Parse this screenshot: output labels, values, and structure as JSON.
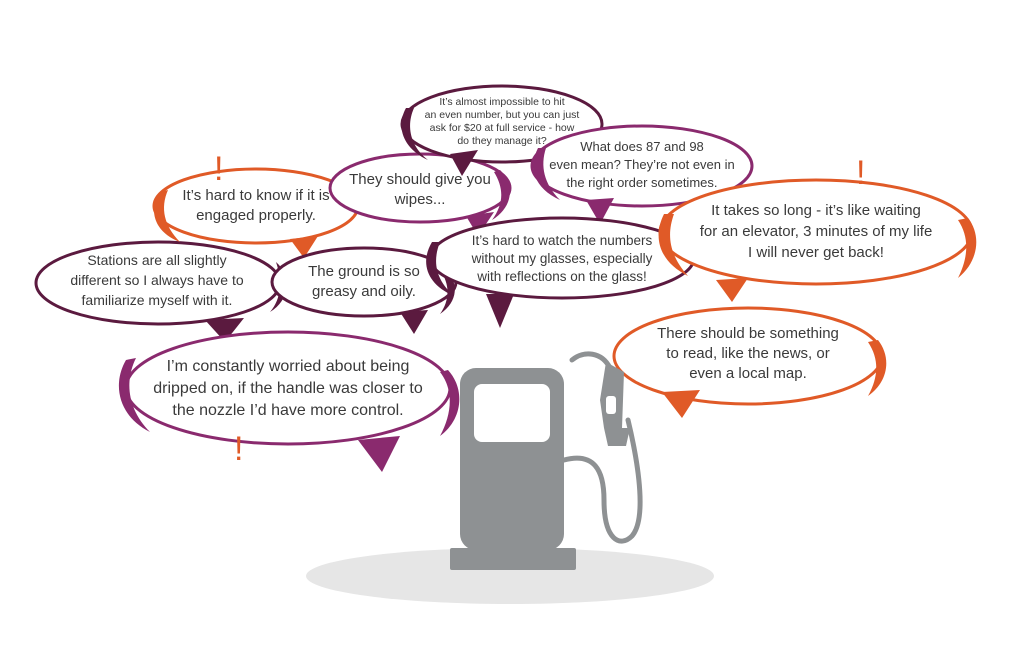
{
  "colors": {
    "plum": "#5b1a3f",
    "magenta": "#8a2a6e",
    "orange": "#e05a27",
    "pump_gray": "#8e9193",
    "shadow": "#e6e6e6",
    "text": "#3a3a3a",
    "exclamation": "#e05a27"
  },
  "icons": {
    "pump": "gas-pump-icon",
    "nozzle": "fuel-nozzle-icon",
    "warning": "exclamation-mark-icon"
  },
  "bubbles": [
    {
      "id": "even-number",
      "style": "plum",
      "lines": [
        "It’s almost impossible to hit",
        "an even number, but you can just",
        "ask for $20 at full service - how",
        "do they manage it?"
      ]
    },
    {
      "id": "octane",
      "style": "magenta",
      "lines": [
        "What does 87 and 98",
        "even mean? They’re not even in",
        "the right order sometimes."
      ]
    },
    {
      "id": "wipes",
      "style": "magenta",
      "lines": [
        "They should give you",
        "wipes..."
      ]
    },
    {
      "id": "engaged",
      "style": "orange",
      "lines": [
        "It’s hard to know if it is",
        "engaged properly."
      ]
    },
    {
      "id": "elevator",
      "style": "orange",
      "lines": [
        "It takes so long - it’s like waiting",
        "for an elevator, 3 minutes of my life",
        "I will never get back!"
      ]
    },
    {
      "id": "stations",
      "style": "plum",
      "lines": [
        "Stations are all slightly",
        "different so I always have to",
        "familiarize myself with it."
      ]
    },
    {
      "id": "greasy",
      "style": "plum",
      "lines": [
        "The ground is so",
        "greasy and oily."
      ]
    },
    {
      "id": "numbers",
      "style": "plum",
      "lines": [
        "It’s hard to watch the numbers",
        "without my glasses, especially",
        "with reflections on the glass!"
      ]
    },
    {
      "id": "read",
      "style": "orange",
      "lines": [
        "There should be something",
        "to read, like the news, or",
        "even a local map."
      ]
    },
    {
      "id": "dripped",
      "style": "magenta",
      "lines": [
        "I’m constantly worried about being",
        "dripped on, if the handle was closer to",
        "the nozzle I’d have more control."
      ]
    }
  ],
  "exclamations": [
    {
      "id": "engaged",
      "symbol": "!"
    },
    {
      "id": "elevator",
      "symbol": "!"
    },
    {
      "id": "dripped",
      "symbol": "!"
    }
  ]
}
